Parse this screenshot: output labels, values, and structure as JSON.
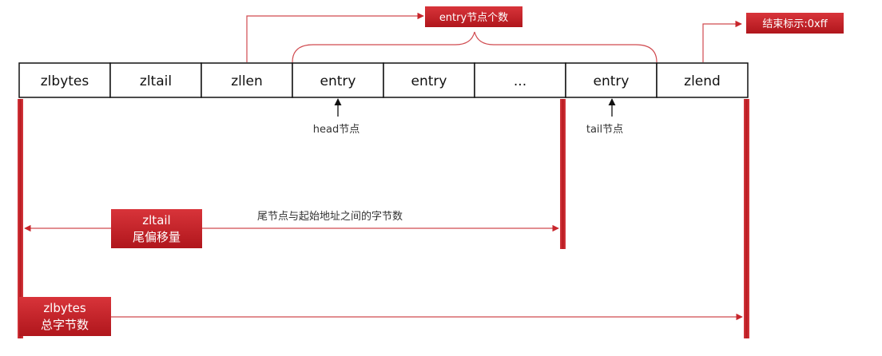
{
  "title_fragment": "",
  "fields": [
    "zlbytes",
    "zltail",
    "zllen",
    "entry",
    "entry",
    "...",
    "entry",
    "zlend"
  ],
  "labels": {
    "entry_count": "entry节点个数",
    "end_marker": "结束标示:0xff",
    "head_node": "head节点",
    "tail_node": "tail节点",
    "tail_span_desc": "尾节点与起始地址之间的字节数",
    "zltail_box_line1": "zltail",
    "zltail_box_line2": "尾偏移量",
    "zlbytes_box_line1": "zlbytes",
    "zlbytes_box_line2": "总字节数"
  },
  "colors": {
    "accent_red": "#c8262c",
    "accent_red_dark": "#a81c22",
    "border": "#111111",
    "line_red": "#d04a4f"
  }
}
